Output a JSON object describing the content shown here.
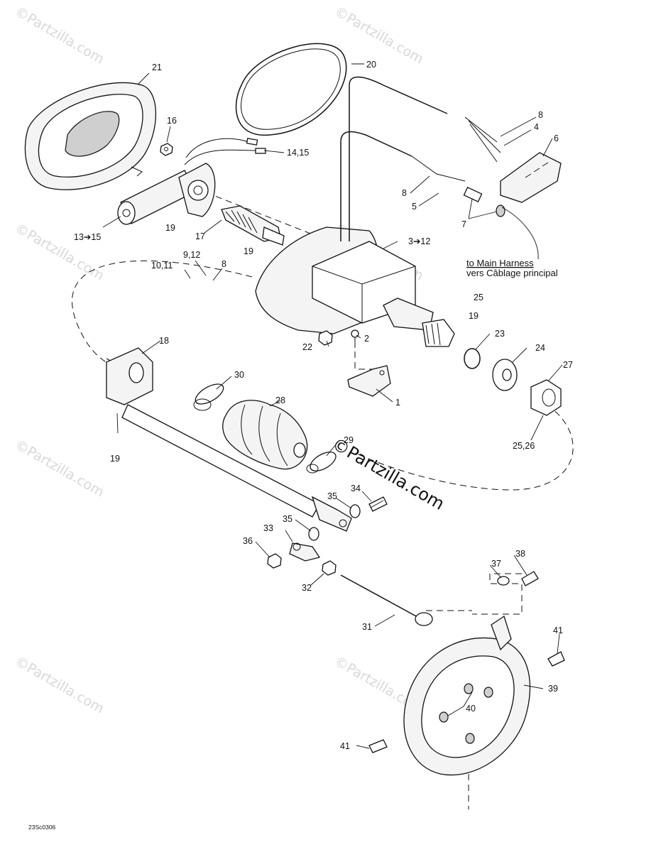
{
  "diagram": {
    "diagram_code": "23Sc0306",
    "harness_note": {
      "line1": "to Main Harness",
      "line2": "vers Câblage principal"
    },
    "watermark": {
      "center": "©Partzilla.com",
      "corner": "©Partzilla.com"
    },
    "callouts": [
      {
        "id": "c21",
        "text": "21"
      },
      {
        "id": "c20",
        "text": "20"
      },
      {
        "id": "c16",
        "text": "16"
      },
      {
        "id": "c14",
        "text": "14,15"
      },
      {
        "id": "c13",
        "text": "13➔15"
      },
      {
        "id": "c19a",
        "text": "19"
      },
      {
        "id": "c17",
        "text": "17"
      },
      {
        "id": "c19b",
        "text": "19"
      },
      {
        "id": "c8a",
        "text": "8"
      },
      {
        "id": "c4",
        "text": "4"
      },
      {
        "id": "c6",
        "text": "6"
      },
      {
        "id": "c8b",
        "text": "8"
      },
      {
        "id": "c5",
        "text": "5"
      },
      {
        "id": "c7",
        "text": "7"
      },
      {
        "id": "c3",
        "text": "3➔12"
      },
      {
        "id": "c9",
        "text": "9,12"
      },
      {
        "id": "c10",
        "text": "10,11"
      },
      {
        "id": "c8c",
        "text": "8"
      },
      {
        "id": "c25a",
        "text": "25"
      },
      {
        "id": "c19c",
        "text": "19"
      },
      {
        "id": "c22",
        "text": "22"
      },
      {
        "id": "c2",
        "text": "2"
      },
      {
        "id": "c23",
        "text": "23"
      },
      {
        "id": "c24",
        "text": "24"
      },
      {
        "id": "c18",
        "text": "18"
      },
      {
        "id": "c27",
        "text": "27"
      },
      {
        "id": "c30",
        "text": "30"
      },
      {
        "id": "c1",
        "text": "1"
      },
      {
        "id": "c28",
        "text": "28"
      },
      {
        "id": "c25b",
        "text": "25,26"
      },
      {
        "id": "c19d",
        "text": "19"
      },
      {
        "id": "c29",
        "text": "29"
      },
      {
        "id": "c34",
        "text": "34"
      },
      {
        "id": "c35a",
        "text": "35"
      },
      {
        "id": "c35b",
        "text": "35"
      },
      {
        "id": "c33",
        "text": "33"
      },
      {
        "id": "c36",
        "text": "36"
      },
      {
        "id": "c32",
        "text": "32"
      },
      {
        "id": "c38",
        "text": "38"
      },
      {
        "id": "c37",
        "text": "37"
      },
      {
        "id": "c31",
        "text": "31"
      },
      {
        "id": "c41a",
        "text": "41"
      },
      {
        "id": "c39",
        "text": "39"
      },
      {
        "id": "c40",
        "text": "40"
      },
      {
        "id": "c41b",
        "text": "41"
      }
    ]
  }
}
